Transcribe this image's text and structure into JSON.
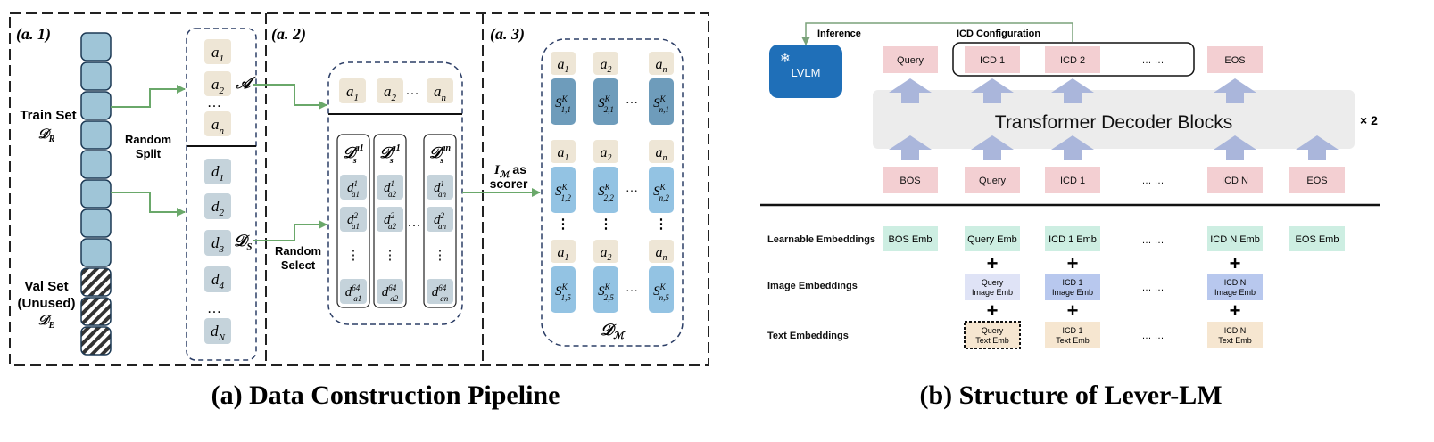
{
  "panel_a": {
    "caption": "(a) Data Construction Pipeline",
    "sections": {
      "a1": "(a. 1)",
      "a2": "(a. 2)",
      "a3": "(a. 3)"
    },
    "train_set": {
      "label": "Train Set",
      "symbol": "𝒟",
      "sub": "R"
    },
    "val_set": {
      "line1": "Val Set",
      "line2": "(Unused)",
      "symbol": "𝒟",
      "sub": "E"
    },
    "random_split": {
      "line1": "Random",
      "line2": "Split"
    },
    "random_select": {
      "line1": "Random",
      "line2": "Select"
    },
    "set_A": "𝒜",
    "set_Ds": {
      "symbol": "𝒟",
      "sub": "S"
    },
    "a_items": [
      {
        "base": "a",
        "sub": "1"
      },
      {
        "base": "a",
        "sub": "2"
      },
      {
        "base": "…",
        "sub": ""
      },
      {
        "base": "a",
        "sub": "n"
      }
    ],
    "d_items": [
      {
        "base": "d",
        "sub": "1"
      },
      {
        "base": "d",
        "sub": "2"
      },
      {
        "base": "d",
        "sub": "3"
      },
      {
        "base": "d",
        "sub": "4"
      },
      {
        "base": "…",
        "sub": ""
      },
      {
        "base": "d",
        "sub": "N"
      }
    ],
    "a2_top": [
      {
        "base": "a",
        "sub": "1"
      },
      {
        "base": "a",
        "sub": "2"
      },
      {
        "base": "…",
        "sub": ""
      },
      {
        "base": "a",
        "sub": "n"
      }
    ],
    "a2_columns": [
      {
        "head_sup": "a1",
        "items": [
          {
            "sup": "1",
            "sub": "a1"
          },
          {
            "sup": "2",
            "sub": "a1"
          },
          {
            "sup": "⋮",
            "sub": ""
          },
          {
            "sup": "64",
            "sub": "a1"
          }
        ]
      },
      {
        "head_sup": "a1",
        "items": [
          {
            "sup": "1",
            "sub": "a2"
          },
          {
            "sup": "2",
            "sub": "a2"
          },
          {
            "sup": "⋮",
            "sub": ""
          },
          {
            "sup": "64",
            "sub": "a2"
          }
        ]
      },
      {
        "head_sup": "an",
        "items": [
          {
            "sup": "1",
            "sub": "an"
          },
          {
            "sup": "2",
            "sub": "an"
          },
          {
            "sup": "⋮",
            "sub": ""
          },
          {
            "sup": "64",
            "sub": "an"
          }
        ]
      }
    ],
    "head_symbol": "𝒟",
    "head_sub": "s",
    "scorer": {
      "symbol": "I",
      "sub": "ℳ",
      "line1_rest": " as",
      "line2": "scorer"
    },
    "a3_rows": [
      {
        "a": [
          "1",
          "2",
          "n"
        ],
        "s": [
          "1,1",
          "2,1",
          "n,1"
        ]
      },
      {
        "a": [
          "1",
          "2",
          "n"
        ],
        "s": [
          "1,2",
          "2,2",
          "n,2"
        ]
      },
      {
        "a": [
          "1",
          "2",
          "n"
        ],
        "s": [
          "1,5",
          "2,5",
          "n,5"
        ]
      }
    ],
    "s_base": "S",
    "s_sup": "K",
    "dm_label": {
      "symbol": "𝒟",
      "sub": "ℳ"
    },
    "ellipsis": "…",
    "vdots": "⋮"
  },
  "panel_b": {
    "caption": "(b) Structure of Lever-LM",
    "inference_label": "Inference",
    "icd_config_label": "ICD Configuration",
    "lvlm_label": "LVLM",
    "snowflake": "❄",
    "transformer_label": "Transformer Decoder Blocks",
    "times_label": "× 2",
    "top_tokens": [
      "Query",
      "ICD 1",
      "ICD 2",
      "… …",
      "EOS"
    ],
    "bottom_tokens": [
      "BOS",
      "Query",
      "ICD 1",
      "… …",
      "ICD N",
      "EOS"
    ],
    "row_labels": [
      "Learnable Embeddings",
      "Image Embeddings",
      "Text Embeddings"
    ],
    "learnable": [
      "BOS Emb",
      "Query Emb",
      "ICD 1 Emb",
      "… …",
      "ICD N Emb",
      "EOS Emb"
    ],
    "image_emb": [
      {
        "l1": "Query",
        "l2": "Image Emb"
      },
      {
        "l1": "ICD 1",
        "l2": "Image Emb"
      },
      {
        "l1": "… …",
        "l2": ""
      },
      {
        "l1": "ICD N",
        "l2": "Image Emb"
      }
    ],
    "text_emb": [
      {
        "l1": "Query",
        "l2": "Text Emb"
      },
      {
        "l1": "ICD 1",
        "l2": "Text Emb"
      },
      {
        "l1": "… …",
        "l2": ""
      },
      {
        "l1": "ICD N",
        "l2": "Text Emb"
      }
    ],
    "plus": "+",
    "colors": {
      "pink": "#f3cfd2",
      "mint": "#cdeee2",
      "lavender": "#dfe3f6",
      "periwinkle": "#b8c8ee",
      "beige": "#f6e6d0",
      "arrow": "#aab6db",
      "transformer": "#ececec",
      "lvlm": "#1f6fb8",
      "green_arrow": "#6aa86a"
    }
  },
  "panel_a_colors": {
    "train_block": "#9fc5d7",
    "a_box": "#eee6d6",
    "d_box": "#c5d3db",
    "s_dark": "#6e9cbb",
    "s_light": "#93c3e3"
  }
}
